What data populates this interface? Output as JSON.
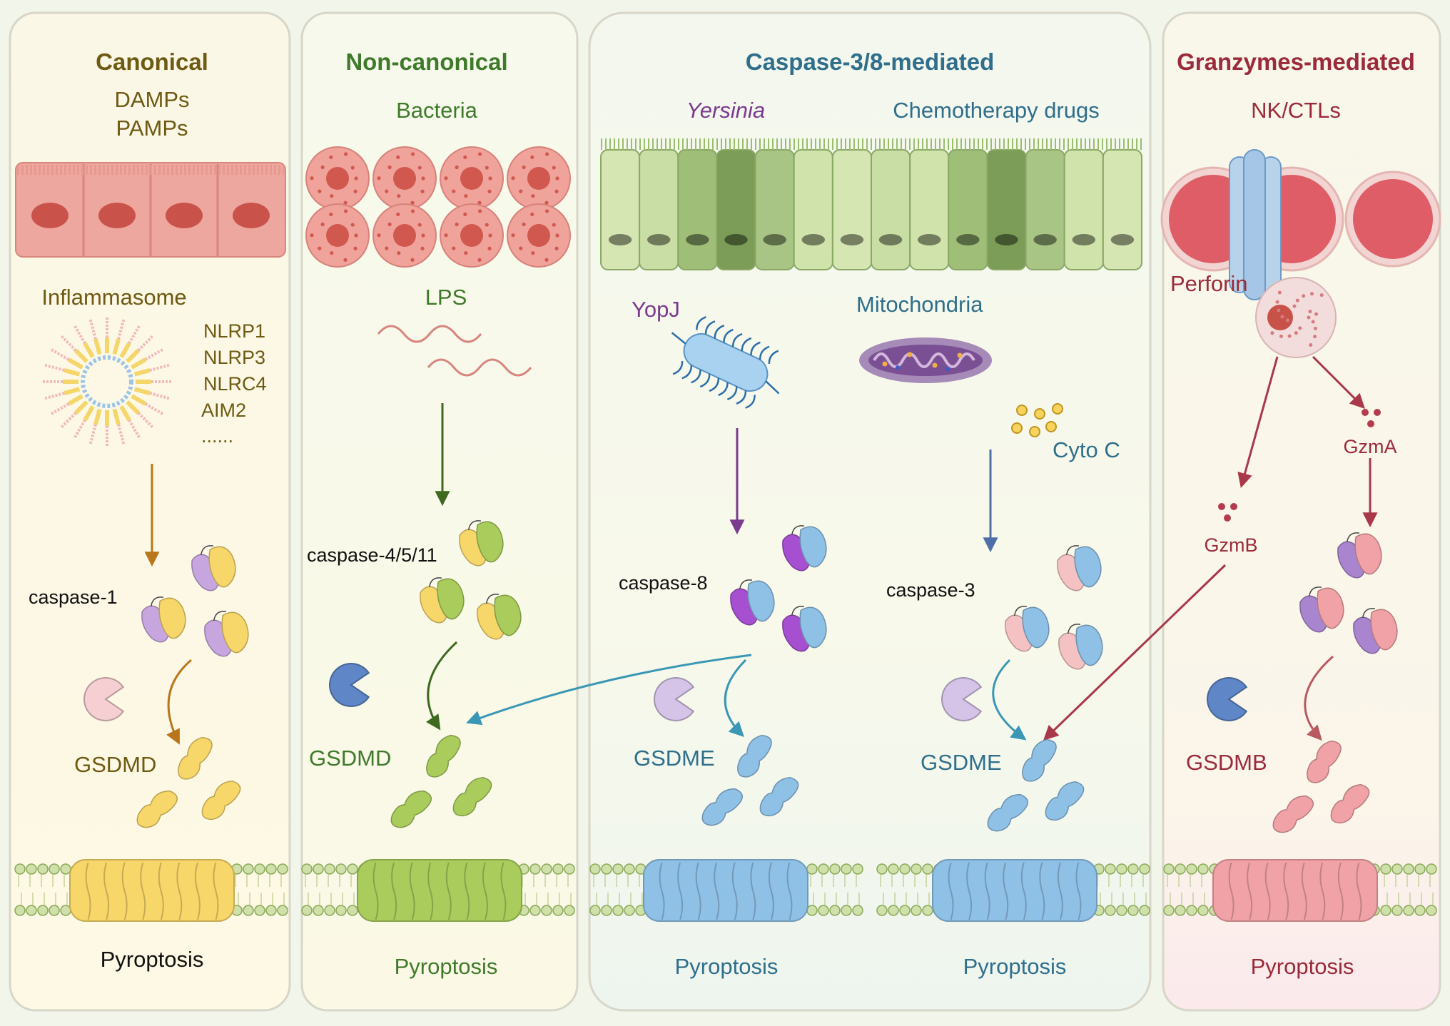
{
  "colors": {
    "canonical": "#6e5a12",
    "noncanonical": "#3f7a2a",
    "caspase38": "#2f6f8c",
    "granzyme": "#9b2a3a",
    "yersinia": "#7b3a8e",
    "gsdmd_yellow": "#f7d66a",
    "gsdmd_green": "#a9cc5c",
    "gsdme_blue": "#8fc0e6",
    "gsdmb_pink": "#f1a2a6"
  },
  "panels": {
    "canonical": {
      "title": "Canonical",
      "trigger_1": "DAMPs",
      "trigger_2": "PAMPs",
      "sensor": "Inflammasome",
      "sensors": [
        "NLRP1",
        "NLRP3",
        "NLRC4",
        "AIM2",
        "......"
      ],
      "enzyme": "caspase-1",
      "substrate": "GSDMD",
      "outcome": "Pyroptosis"
    },
    "noncanonical": {
      "title": "Non-canonical",
      "trigger": "Bacteria",
      "sensor": "LPS",
      "enzyme": "caspase-4/5/11",
      "substrate": "GSDMD",
      "outcome": "Pyroptosis"
    },
    "caspase38": {
      "title": "Caspase-3/8-mediated",
      "trigger_left": "Yersinia",
      "trigger_right": "Chemotherapy drugs",
      "effector_left": "YopJ",
      "effector_right": "Mitochondria",
      "cyto": "Cyto C",
      "enzyme_left": "caspase-8",
      "enzyme_right": "caspase-3",
      "substrate_left": "GSDME",
      "substrate_right": "GSDME",
      "outcome_left": "Pyroptosis",
      "outcome_right": "Pyroptosis"
    },
    "granzyme": {
      "title": "Granzymes-mediated",
      "trigger": "NK/CTLs",
      "pore": "Perforin",
      "gzm_a": "GzmA",
      "gzm_b": "GzmB",
      "substrate": "GSDMB",
      "outcome": "Pyroptosis"
    }
  }
}
